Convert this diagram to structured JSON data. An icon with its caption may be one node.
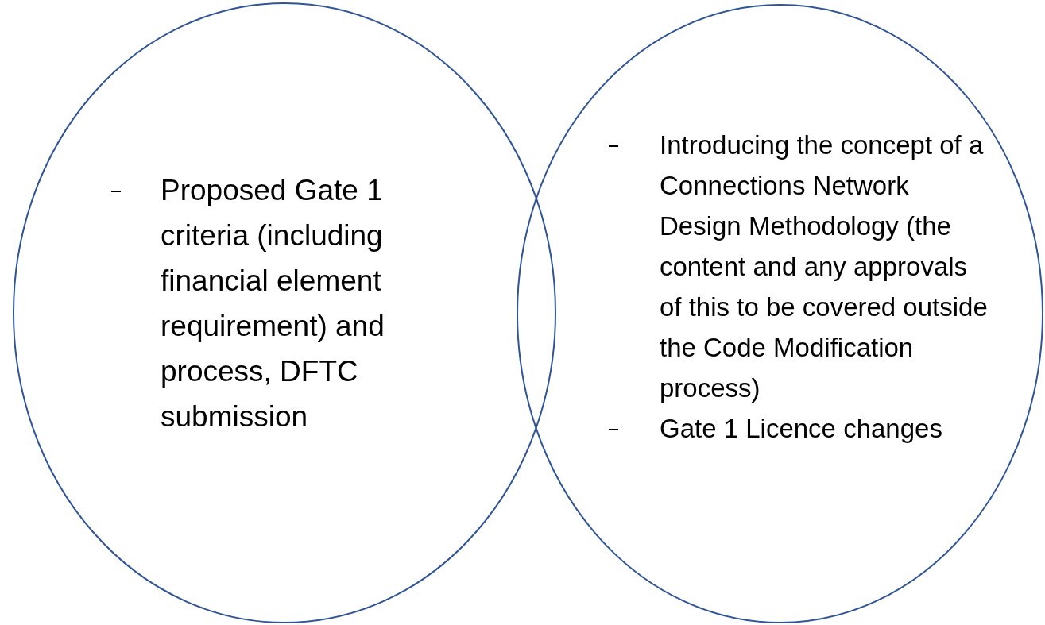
{
  "diagram": {
    "nodes": [
      {
        "text": [
          "Proposed Gate 1 criteria (including financial element requirement) and process, DFTC submission"
        ]
      },
      {
        "text": [
          "Introducing the concept of a Connections Network Design Methodology (the content and any approvals of this to be covered outside the Code Modification process)",
          "Gate 1 Licence changes"
        ]
      }
    ]
  }
}
